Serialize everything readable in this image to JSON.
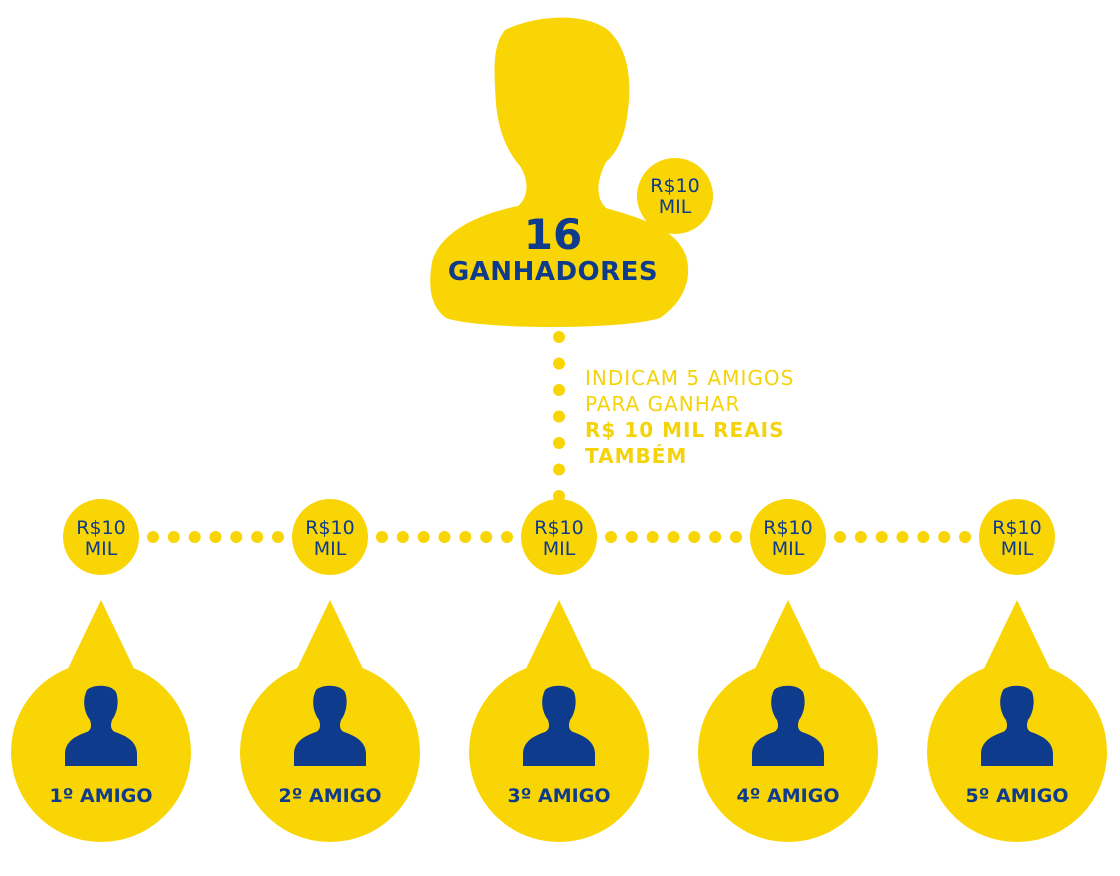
{
  "colors": {
    "yellow": "#f9d506",
    "blue": "#0e3b8c",
    "accent_text": "#f5d30a"
  },
  "top": {
    "count": "16",
    "label": "GANHADORES",
    "coin_line1": "R$10",
    "coin_line2": "MIL",
    "icon": "person-silhouette-icon"
  },
  "note": {
    "line1": "INDICAM 5 AMIGOS",
    "line2": "PARA GANHAR",
    "line3": "R$ 10 MIL REAIS",
    "line4": "TAMBÉM"
  },
  "friends": [
    {
      "coin_line1": "R$10",
      "coin_line2": "MIL",
      "label": "1º AMIGO"
    },
    {
      "coin_line1": "R$10",
      "coin_line2": "MIL",
      "label": "2º AMIGO"
    },
    {
      "coin_line1": "R$10",
      "coin_line2": "MIL",
      "label": "3º AMIGO"
    },
    {
      "coin_line1": "R$10",
      "coin_line2": "MIL",
      "label": "4º AMIGO"
    },
    {
      "coin_line1": "R$10",
      "coin_line2": "MIL",
      "label": "5º AMIGO"
    }
  ]
}
